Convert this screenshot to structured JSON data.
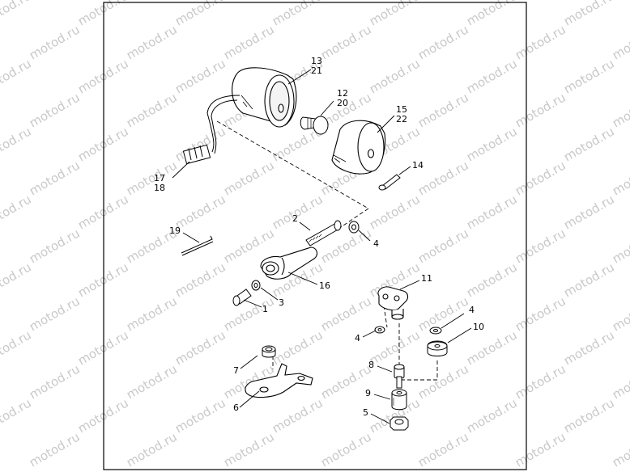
{
  "watermark": "motod.ru",
  "callouts": {
    "c13": "13",
    "c21": "21",
    "c12": "12",
    "c20": "20",
    "c15": "15",
    "c22": "22",
    "c14": "14",
    "c17": "17",
    "c18": "18",
    "c19": "19",
    "c2": "2",
    "c4a": "4",
    "c16": "16",
    "c3": "3",
    "c1": "1",
    "c11": "11",
    "c4b": "4",
    "c4c": "4",
    "c10": "10",
    "c7": "7",
    "c6": "6",
    "c8": "8",
    "c9": "9",
    "c5": "5"
  },
  "colors": {
    "line": "#000000",
    "watermark": "#c9c9c9",
    "background": "#ffffff"
  }
}
